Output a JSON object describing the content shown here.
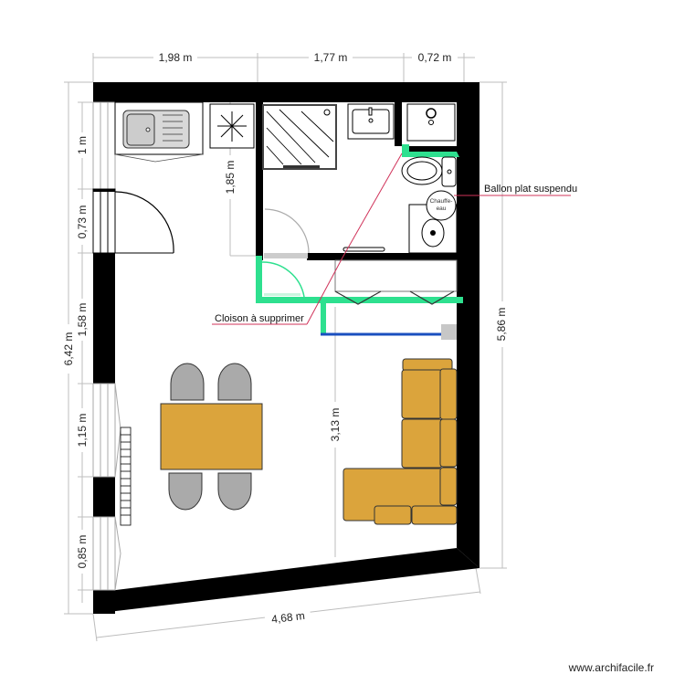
{
  "plan": {
    "colors": {
      "wall": "#000000",
      "partition_to_remove": "#2ee08f",
      "new_partition": "#1a4fbf",
      "furniture_wood": "#dba43c",
      "chair_gray": "#aaaaaa",
      "annotation_line": "#d0335a",
      "dimension_line": "#bdbdbd"
    },
    "dimensions": {
      "top": [
        "1,98 m",
        "1,77 m",
        "0,72 m"
      ],
      "left_total": "6,42 m",
      "left_segments": [
        "1 m",
        "0,73 m",
        "1,58 m",
        "1,15 m",
        "0,85 m"
      ],
      "right_total": "5,86 m",
      "bottom": "4,68 m",
      "kitchen_partition": "1,85 m",
      "living_depth": "3,13 m"
    },
    "annotations": {
      "water_heater": "Ballon plat suspendu",
      "partition_note": "Cloison à supprimer"
    },
    "fixtures": {
      "water_heater_label_1": "Chauffe-",
      "water_heater_label_2": "eau"
    }
  },
  "footer": {
    "watermark": "www.archifacile.fr"
  }
}
